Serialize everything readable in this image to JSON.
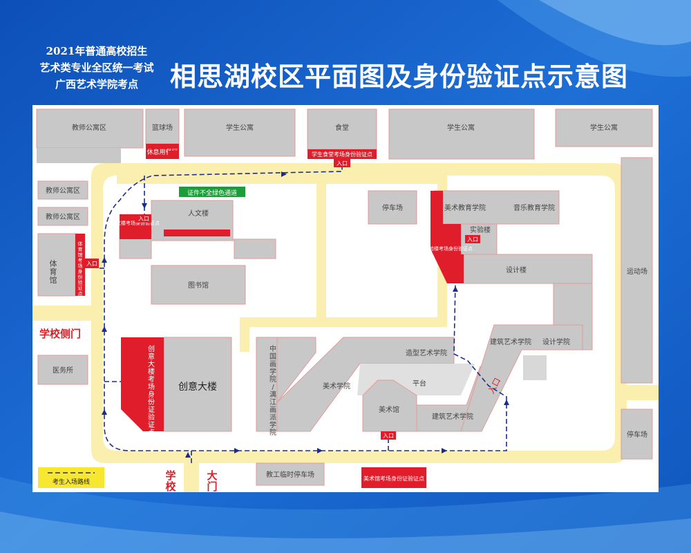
{
  "header": {
    "line1": "2021年普通高校招生",
    "line2": "艺术类专业全区统一考试",
    "line3": "广西艺术学院考点",
    "title": "相思湖校区平面图及身份验证点示意图"
  },
  "buildings": {
    "teacher_apt_top": "教师公寓区",
    "basketball": "篮球场",
    "student_apt_1": "学生公寓",
    "canteen": "食堂",
    "student_apt_2": "学生公寓",
    "student_apt_3": "学生公寓",
    "teacher_apt_2": "教师公寓区",
    "teacher_apt_3": "教师公寓区",
    "gym": "体育馆",
    "renwen": "人文楼",
    "library": "图书馆",
    "parking_1": "停车场",
    "art_edu": "美术教育学院",
    "music_edu": "音乐教育学院",
    "lab": "实验楼",
    "design_bldg": "设计楼",
    "sports_field": "运动场",
    "clinic": "医务所",
    "creative": "创意大楼",
    "chinese_painting": "中国画学院/漓江画派学院",
    "fine_arts": "美术学院",
    "plastic_arts": "造型艺术学院",
    "platform": "平台",
    "museum": "美术馆",
    "architecture_1": "建筑艺术学院",
    "architecture_2": "建筑艺术学院",
    "design_college": "设计学院",
    "parking_2": "停车场",
    "staff_parking": "教工临时停车场"
  },
  "checkpoints": {
    "rest_area": "休息用餐区",
    "canteen_check": "学生食堂考场身份验证点",
    "renwen_check": "人文楼考场身份验证点",
    "gym_check": "体育馆考场身份验证点",
    "lab_check": "实验楼考场身份验证点",
    "creative_check": "创意大楼考场身份证验证点",
    "museum_check": "美术馆考场身份证验证点",
    "green_channel": "证件不全绿色通道"
  },
  "labels": {
    "entrance": "入口",
    "side_gate": "学校侧门",
    "main_gate_left": "学校",
    "main_gate_right": "大门",
    "legend": "考生入场路线"
  },
  "colors": {
    "route_fill": "#fbefaf",
    "building": "#c8c8c8",
    "checkpoint": "#e01d2a",
    "green": "#1f9c3a",
    "route_line": "#1a2d8c",
    "gate_text": "#d81f26"
  }
}
